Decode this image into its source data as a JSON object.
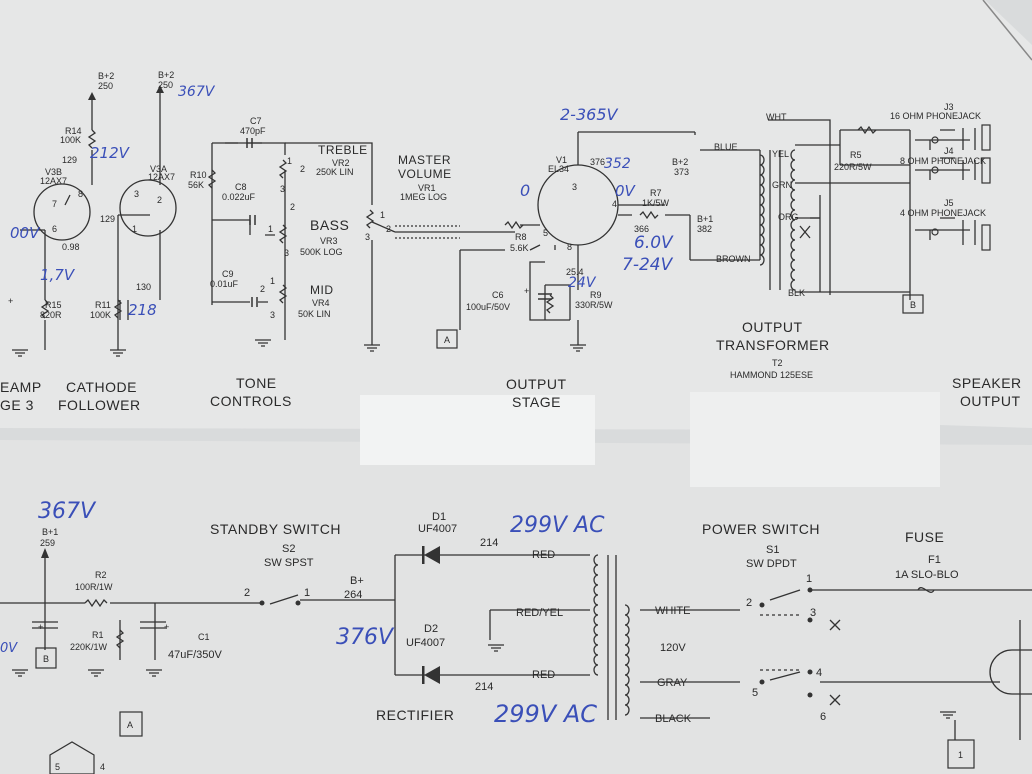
{
  "top": {
    "b2_left": "B+2",
    "b2_left_v": "250",
    "b2_mid": "B+2",
    "b2_mid_v": "250",
    "r14": "R14",
    "r14v": "100K",
    "v129": "129",
    "v3b": "V3B",
    "v3b_t": "12AX7",
    "v3a": "V3A",
    "v3a_t": "12AX7",
    "v098": "0.98",
    "v130": "130",
    "v129b": "129",
    "r15": "R15",
    "r15v": "820R",
    "r11": "R11",
    "r11v": "100K",
    "c7": "C7",
    "c7v": "470pF",
    "r10": "R10",
    "r10v": "56K",
    "c8": "C8",
    "c8v": "0.022uF",
    "c9": "C9",
    "c9v": "0.01uF",
    "treble": "TREBLE",
    "vr2": "VR2",
    "vr2v": "250K LIN",
    "bass": "BASS",
    "vr3": "VR3",
    "vr3v": "500K LOG",
    "mid": "MID",
    "vr4": "VR4",
    "vr4v": "50K LIN",
    "master": "MASTER",
    "volume": "VOLUME",
    "vr1": "VR1",
    "vr1v": "1MEG LOG",
    "v1": "V1",
    "el34": "EL34",
    "v376": "376",
    "b2r": "B+2",
    "b2rv": "373",
    "r7": "R7",
    "r7v": "1K/5W",
    "b1r": "B+1",
    "b1rv": "382",
    "v366": "366",
    "r8": "R8",
    "r8v": "5.6K",
    "v254": "25.4",
    "c6": "C6",
    "c6v": "100uF/50V",
    "r9": "R9",
    "r9v": "330R/5W",
    "box_a": "A",
    "box_b": "B",
    "wht": "WHT",
    "blue": "BLUE",
    "yel": "YEL",
    "grn": "GRN",
    "org": "ORG",
    "brown": "BROWN",
    "blk": "BLK",
    "r5": "R5",
    "r5v": "220R/5W",
    "j3": "J3",
    "j3t": "16 OHM PHONEJACK",
    "j4": "J4",
    "j4t": "8 OHM PHONEJACK",
    "j5": "J5",
    "j5t": "4 OHM PHONEJACK",
    "preamp1": "EAMP",
    "preamp2": "GE 3",
    "cathode1": "CATHODE",
    "cathode2": "FOLLOWER",
    "tone1": "TONE",
    "tone2": "CONTROLS",
    "output1": "OUTPUT",
    "output2": "STAGE",
    "ot1": "OUTPUT",
    "ot2": "TRANSFORMER",
    "t2": "T2",
    "t2v": "HAMMOND 125ESE",
    "spk1": "SPEAKER",
    "spk2": "OUTPUT",
    "pin1": "1",
    "pin2": "2",
    "pin3": "3",
    "pin4": "4",
    "pin5": "5",
    "pin8": "8",
    "pin6": "6",
    "pin7": "7"
  },
  "bottom": {
    "b1": "B+1",
    "b1v": "259",
    "r2": "R2",
    "r2v": "100R/1W",
    "r1": "R1",
    "r1v": "220K/1W",
    "c1": "C1",
    "c1v": "47uF/350V",
    "standby": "STANDBY SWITCH",
    "s2": "S2",
    "s2v": "SW SPST",
    "bp": "B+",
    "bpv": "264",
    "d1": "D1",
    "d1v": "UF4007",
    "d2": "D2",
    "d2v": "UF4007",
    "v214a": "214",
    "v214b": "214",
    "red1": "RED",
    "redyel": "RED/YEL",
    "red2": "RED",
    "rectifier": "RECTIFIER",
    "white": "WHITE",
    "v120": "120V",
    "gray": "GRAY",
    "black": "BLACK",
    "power": "POWER SWITCH",
    "s1": "S1",
    "s1v": "SW DPDT",
    "fuse": "FUSE",
    "f1": "F1",
    "f1v": "1A SLO-BLO",
    "box_b": "B",
    "box_a": "A",
    "box_1": "1",
    "hex5": "5",
    "hex4": "4",
    "plus": "+"
  },
  "handwritten": {
    "h367a": "367V",
    "h212": "212V",
    "h00": "00V",
    "h17": "1,7V",
    "h218": "218",
    "h365": "2-365V",
    "h0a": "0",
    "h0v": "0V",
    "h352": "352",
    "h60": "6.0V",
    "h724": "7-24V",
    "h24": "24V",
    "h367b": "367V",
    "h299a": "299V AC",
    "h376": "376V",
    "h299b": "299V AC",
    "h0vb": "0V"
  }
}
